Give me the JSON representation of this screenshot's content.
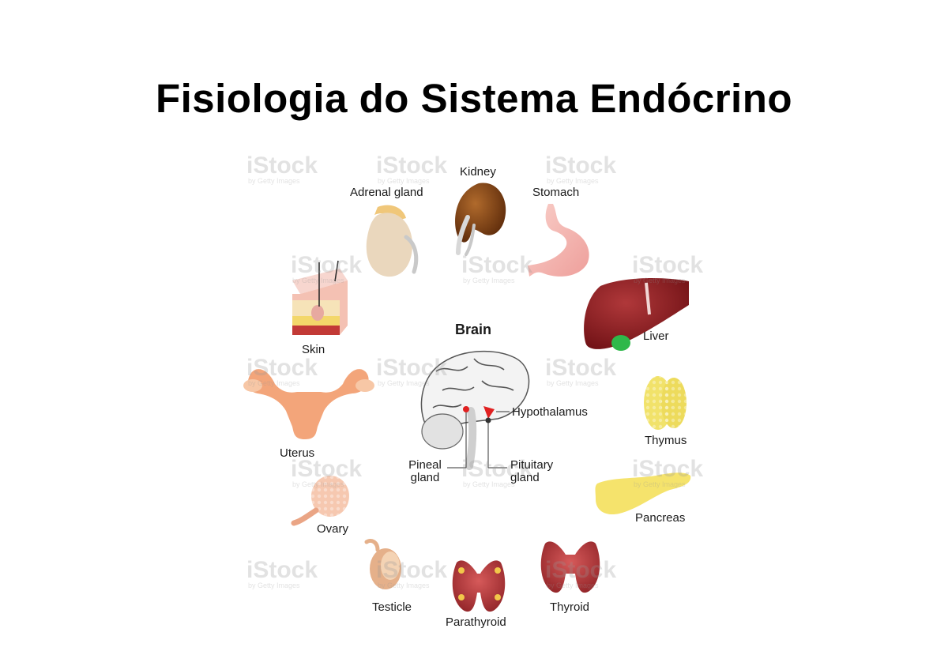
{
  "title": "Fisiologia do Sistema Endócrino",
  "labels": {
    "kidney": "Kidney",
    "adrenal": "Adrenal gland",
    "stomach": "Stomach",
    "skin": "Skin",
    "liver": "Liver",
    "brain": "Brain",
    "hypothalamus": "Hypothalamus",
    "thymus": "Thymus",
    "uterus": "Uterus",
    "pineal_1": "Pineal",
    "pineal_2": "gland",
    "pituitary_1": "Pituitary",
    "pituitary_2": "gland",
    "pancreas": "Pancreas",
    "ovary": "Ovary",
    "testicle": "Testicle",
    "thyroid": "Thyroid",
    "parathyroid": "Parathyroid"
  },
  "watermark": {
    "brand": "iStock",
    "sub": "by Getty Images"
  },
  "colors": {
    "title": "#000000",
    "kidney": "#7a3d12",
    "adrenal": "#e8d2b4",
    "stomach": "#f4b8b4",
    "liver": "#8c1e22",
    "gallbladder": "#2eb84a",
    "thymus": "#f1e26a",
    "pancreas": "#f5e36c",
    "uterus": "#f3a57a",
    "ovary": "#f6c8b0",
    "testicle": "#e5b08a",
    "thyroid": "#b5373b",
    "marker": "#e02020"
  }
}
